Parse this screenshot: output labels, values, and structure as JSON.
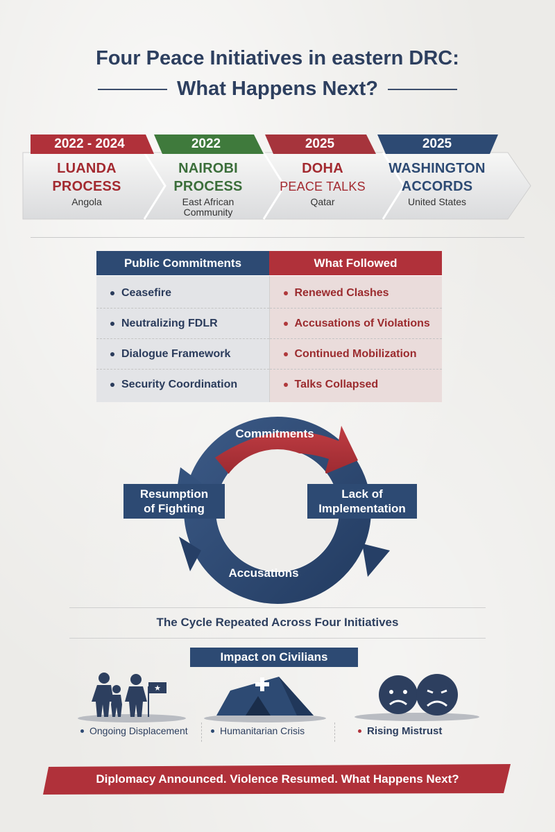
{
  "title": {
    "line1": "Four Peace Initiatives in eastern DRC:",
    "line2": "What Happens Next?"
  },
  "timeline": [
    {
      "years": "2022 - 2024",
      "name_line1": "LUANDA",
      "name_line2": "PROCESS",
      "host": "Angola",
      "color": "#b0313a",
      "name_color": "#a32a30"
    },
    {
      "years": "2022",
      "name_line1": "NAIROBI",
      "name_line2": "PROCESS",
      "host": "East African Community",
      "color": "#3f7a3c",
      "name_color": "#3b6e3a"
    },
    {
      "years": "2025",
      "name_line1": "DOHA",
      "name_line2": "PEACE TALKS",
      "host": "Qatar",
      "color": "#a6343c",
      "name_color": "#a32a30"
    },
    {
      "years": "2025",
      "name_line1": "WASHINGTON",
      "name_line2": "ACCORDS",
      "host": "United States",
      "color": "#2d4a73",
      "name_color": "#2d4a73"
    }
  ],
  "table": {
    "left_header": "Public Commitments",
    "right_header": "What Followed",
    "left_items": [
      "Ceasefire",
      "Neutralizing FDLR",
      "Dialogue Framework",
      "Security Coordination"
    ],
    "right_items": [
      "Renewed Clashes",
      "Accusations of Violations",
      "Continued Mobilization",
      "Talks Collapsed"
    ]
  },
  "cycle": {
    "top": "Commitments",
    "right_line1": "Lack of",
    "right_line2": "Implementation",
    "bottom": "Accusations",
    "left_line1": "Resumption",
    "left_line2": "of Fighting",
    "caption": "The Cycle Repeated Across Four Initiatives"
  },
  "impact": {
    "header": "Impact on Civilians",
    "items": [
      "Ongoing Displacement",
      "Humanitarian Crisis",
      "Rising Mistrust"
    ]
  },
  "footer": "Diplomacy Announced. Violence Resumed. What Happens Next?",
  "colors": {
    "navy": "#2d4a73",
    "red": "#b0313a",
    "green": "#3f7a3c"
  }
}
